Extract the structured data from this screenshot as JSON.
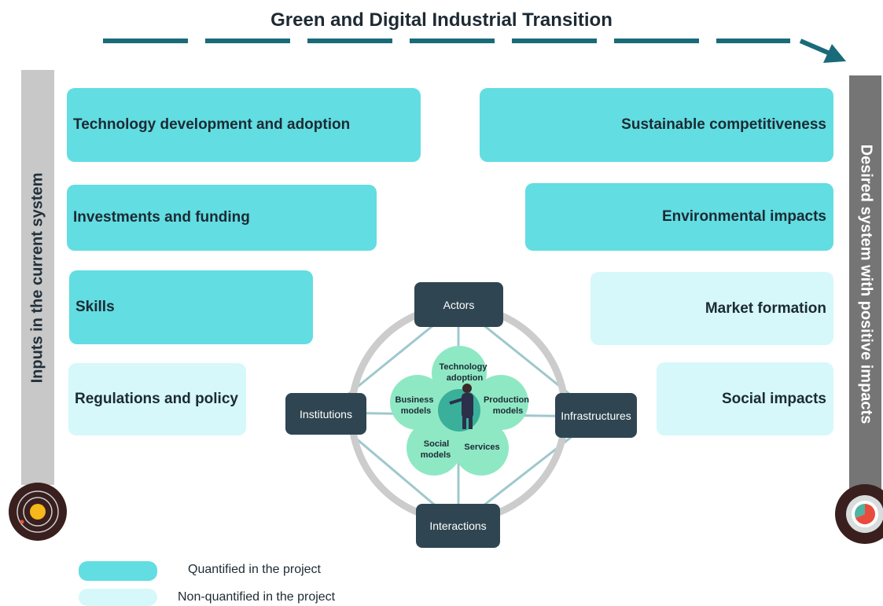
{
  "title": "Green and Digital Industrial Transition",
  "left_sidebar": {
    "label": "Inputs in the current system"
  },
  "right_sidebar": {
    "label": "Desired system with positive impacts"
  },
  "inputs": [
    {
      "label": "Technology development and adoption",
      "status": "quantified"
    },
    {
      "label": "Investments and funding",
      "status": "quantified"
    },
    {
      "label": "Skills",
      "status": "quantified"
    },
    {
      "label": "Regulations and policy",
      "status": "non-quantified"
    }
  ],
  "outputs": [
    {
      "label": "Sustainable competitiveness",
      "status": "quantified"
    },
    {
      "label": "Environmental impacts",
      "status": "quantified"
    },
    {
      "label": "Market formation",
      "status": "non-quantified"
    },
    {
      "label": "Social impacts",
      "status": "non-quantified"
    }
  ],
  "system": {
    "nodes": {
      "top": "Actors",
      "left": "Institutions",
      "right": "Infrastructures",
      "bottom": "Interactions"
    },
    "petals": {
      "technology": [
        "Technology",
        "adoption"
      ],
      "production": [
        "Production",
        "models"
      ],
      "business": [
        "Business",
        "models"
      ],
      "social": [
        "Social",
        "models"
      ],
      "services": "Services"
    }
  },
  "legend": {
    "quantified": "Quantified in the project",
    "non_quantified": "Non-quantified in the project"
  },
  "colors": {
    "quantified": "#62dde2",
    "non_quantified": "#d6f8fa",
    "arrow": "#1a6b79",
    "node": "#2f4652",
    "petal": "#8fe8c4"
  }
}
